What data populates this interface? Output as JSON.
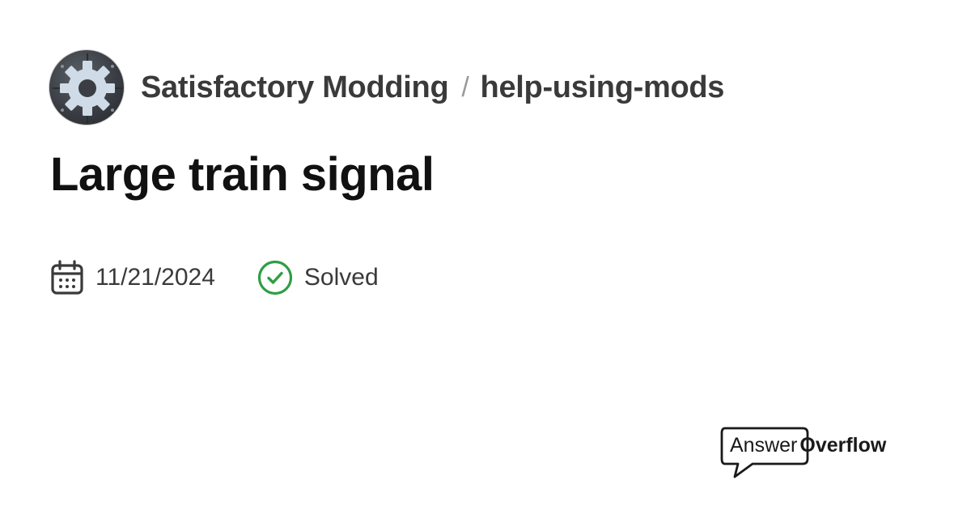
{
  "breadcrumb": {
    "server_name": "Satisfactory Modding",
    "separator": "/",
    "channel": "help-using-mods"
  },
  "question": {
    "title": "Large train signal",
    "date": "11/21/2024",
    "status": "Solved"
  },
  "icons": {
    "avatar": "gear-icon",
    "date": "calendar-icon",
    "status": "check-circle-icon",
    "brand": "speech-bubble-icon"
  },
  "colors": {
    "status_green": "#2e9e44",
    "text_dark": "#111111",
    "text_muted": "#3a3a3a"
  },
  "brand": {
    "name_part1": "Answer",
    "name_part2": "Overflow"
  }
}
